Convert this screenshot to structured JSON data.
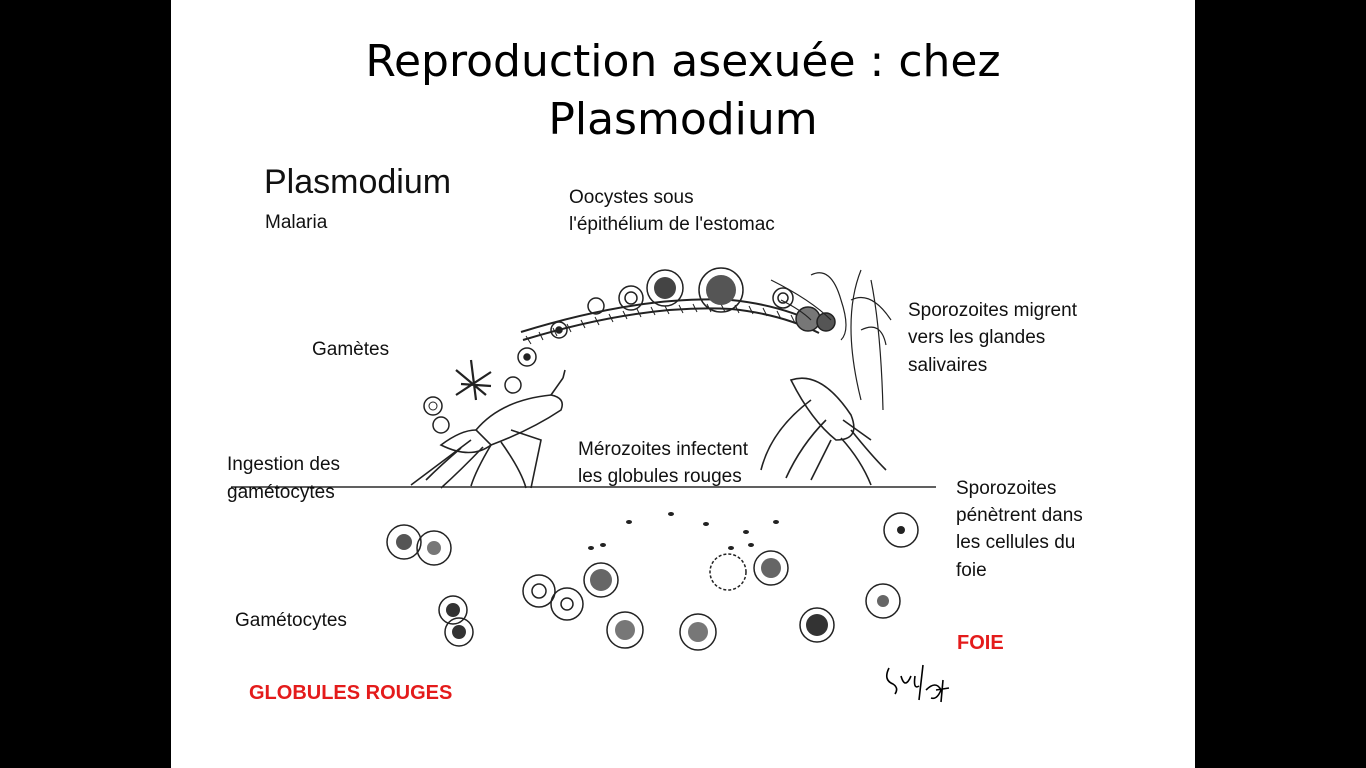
{
  "slide": {
    "title_line1": "Reproduction asexuée : chez",
    "title_line2": "Plasmodium"
  },
  "figure": {
    "heading": "Plasmodium",
    "subheading": "Malaria",
    "labels": {
      "oocysts_1": "Oocystes sous",
      "oocysts_2": "l'épithélium de l'estomac",
      "sporo_migrate_1": "Sporozoites migrent",
      "sporo_migrate_2": "vers les glandes",
      "sporo_migrate_3": "salivaires",
      "gametes": "Gamètes",
      "ingestion_1": "Ingestion des",
      "ingestion_2": "gamétocytes",
      "merozoites_1": "Mérozoites infectent",
      "merozoites_2": "les globules rouges",
      "sporo_enter_1": "Sporozoites",
      "sporo_enter_2": "pénètrent dans",
      "sporo_enter_3": "les cellules du",
      "sporo_enter_4": "foie",
      "gametocytes": "Gamétocytes",
      "foie": "FOIE",
      "globules_rouges": "GLOBULES ROUGES"
    },
    "signature": "Suj/94",
    "colors": {
      "highlight": "#e41b1b"
    }
  }
}
